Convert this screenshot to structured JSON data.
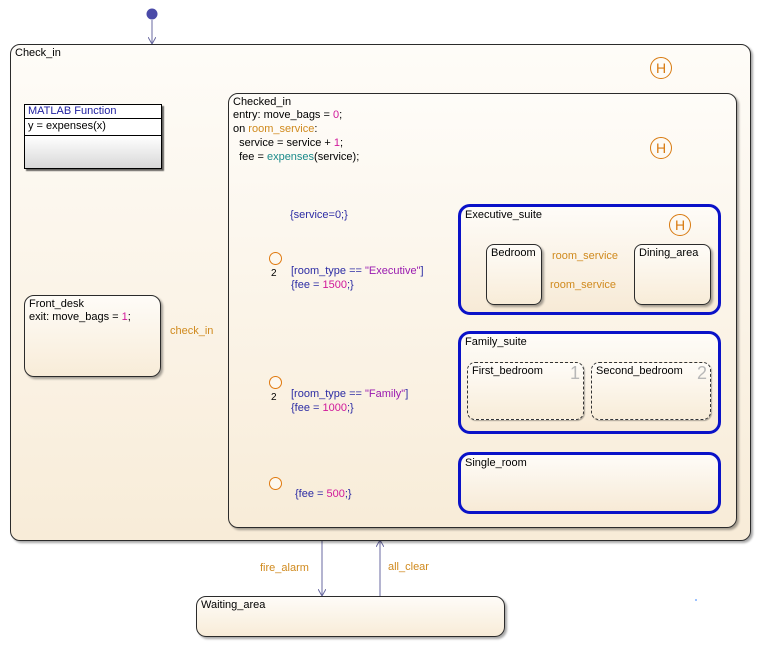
{
  "states": {
    "check_in": {
      "title": "Check_in"
    },
    "front_desk": {
      "title": "Front_desk",
      "action": "exit: move_bags = ",
      "action_value": "1",
      "action_end": ";"
    },
    "checked_in": {
      "title": "Checked_in",
      "entry_prefix": "entry: move_bags = ",
      "entry_value": "0",
      "entry_end": ";",
      "on_prefix": "on ",
      "on_event": "room_service",
      "on_end": ":",
      "service_prefix": "  service = service + ",
      "service_value": "1",
      "service_end": ";",
      "fee_prefix": "  fee = ",
      "fee_fn": "expenses",
      "fee_end": "(service);"
    },
    "executive_suite": {
      "title": "Executive_suite"
    },
    "bedroom": {
      "title": "Bedroom"
    },
    "dining_area": {
      "title": "Dining_area"
    },
    "family_suite": {
      "title": "Family_suite"
    },
    "first_bedroom": {
      "title": "First_bedroom",
      "order": "1"
    },
    "second_bedroom": {
      "title": "Second_bedroom",
      "order": "2"
    },
    "single_room": {
      "title": "Single_room"
    },
    "waiting_area": {
      "title": "Waiting_area"
    }
  },
  "history_symbol": "H",
  "matlab_function": {
    "header": "MATLAB Function",
    "signature": "y = expenses(x)"
  },
  "transitions": {
    "check_in": "check_in",
    "fire_alarm": "fire_alarm",
    "all_clear": "all_clear",
    "room_service_to_dining": "room_service",
    "room_service_to_bedroom": "room_service",
    "service_init": "{service=0;}",
    "exec_cond_prefix": "[room_type == ",
    "exec_cond_value": "\"Executive\"",
    "exec_cond_end": "]",
    "exec_fee_prefix": "{fee = ",
    "exec_fee_value": "1500",
    "exec_fee_end": ";}",
    "family_cond_prefix": "[room_type == ",
    "family_cond_value": "\"Family\"",
    "family_cond_end": "]",
    "family_fee_prefix": "{fee = ",
    "family_fee_value": "1000",
    "family_fee_end": ";}",
    "single_fee_prefix": "{fee = ",
    "single_fee_value": "500",
    "single_fee_end": ";}"
  },
  "junction_order": {
    "first": "2",
    "second": "2"
  },
  "colors": {
    "state_border": "#2b2b2b",
    "blue_wire": "#0a12c8",
    "history": "#d87a10",
    "default_dot": "#4a4aa8"
  }
}
